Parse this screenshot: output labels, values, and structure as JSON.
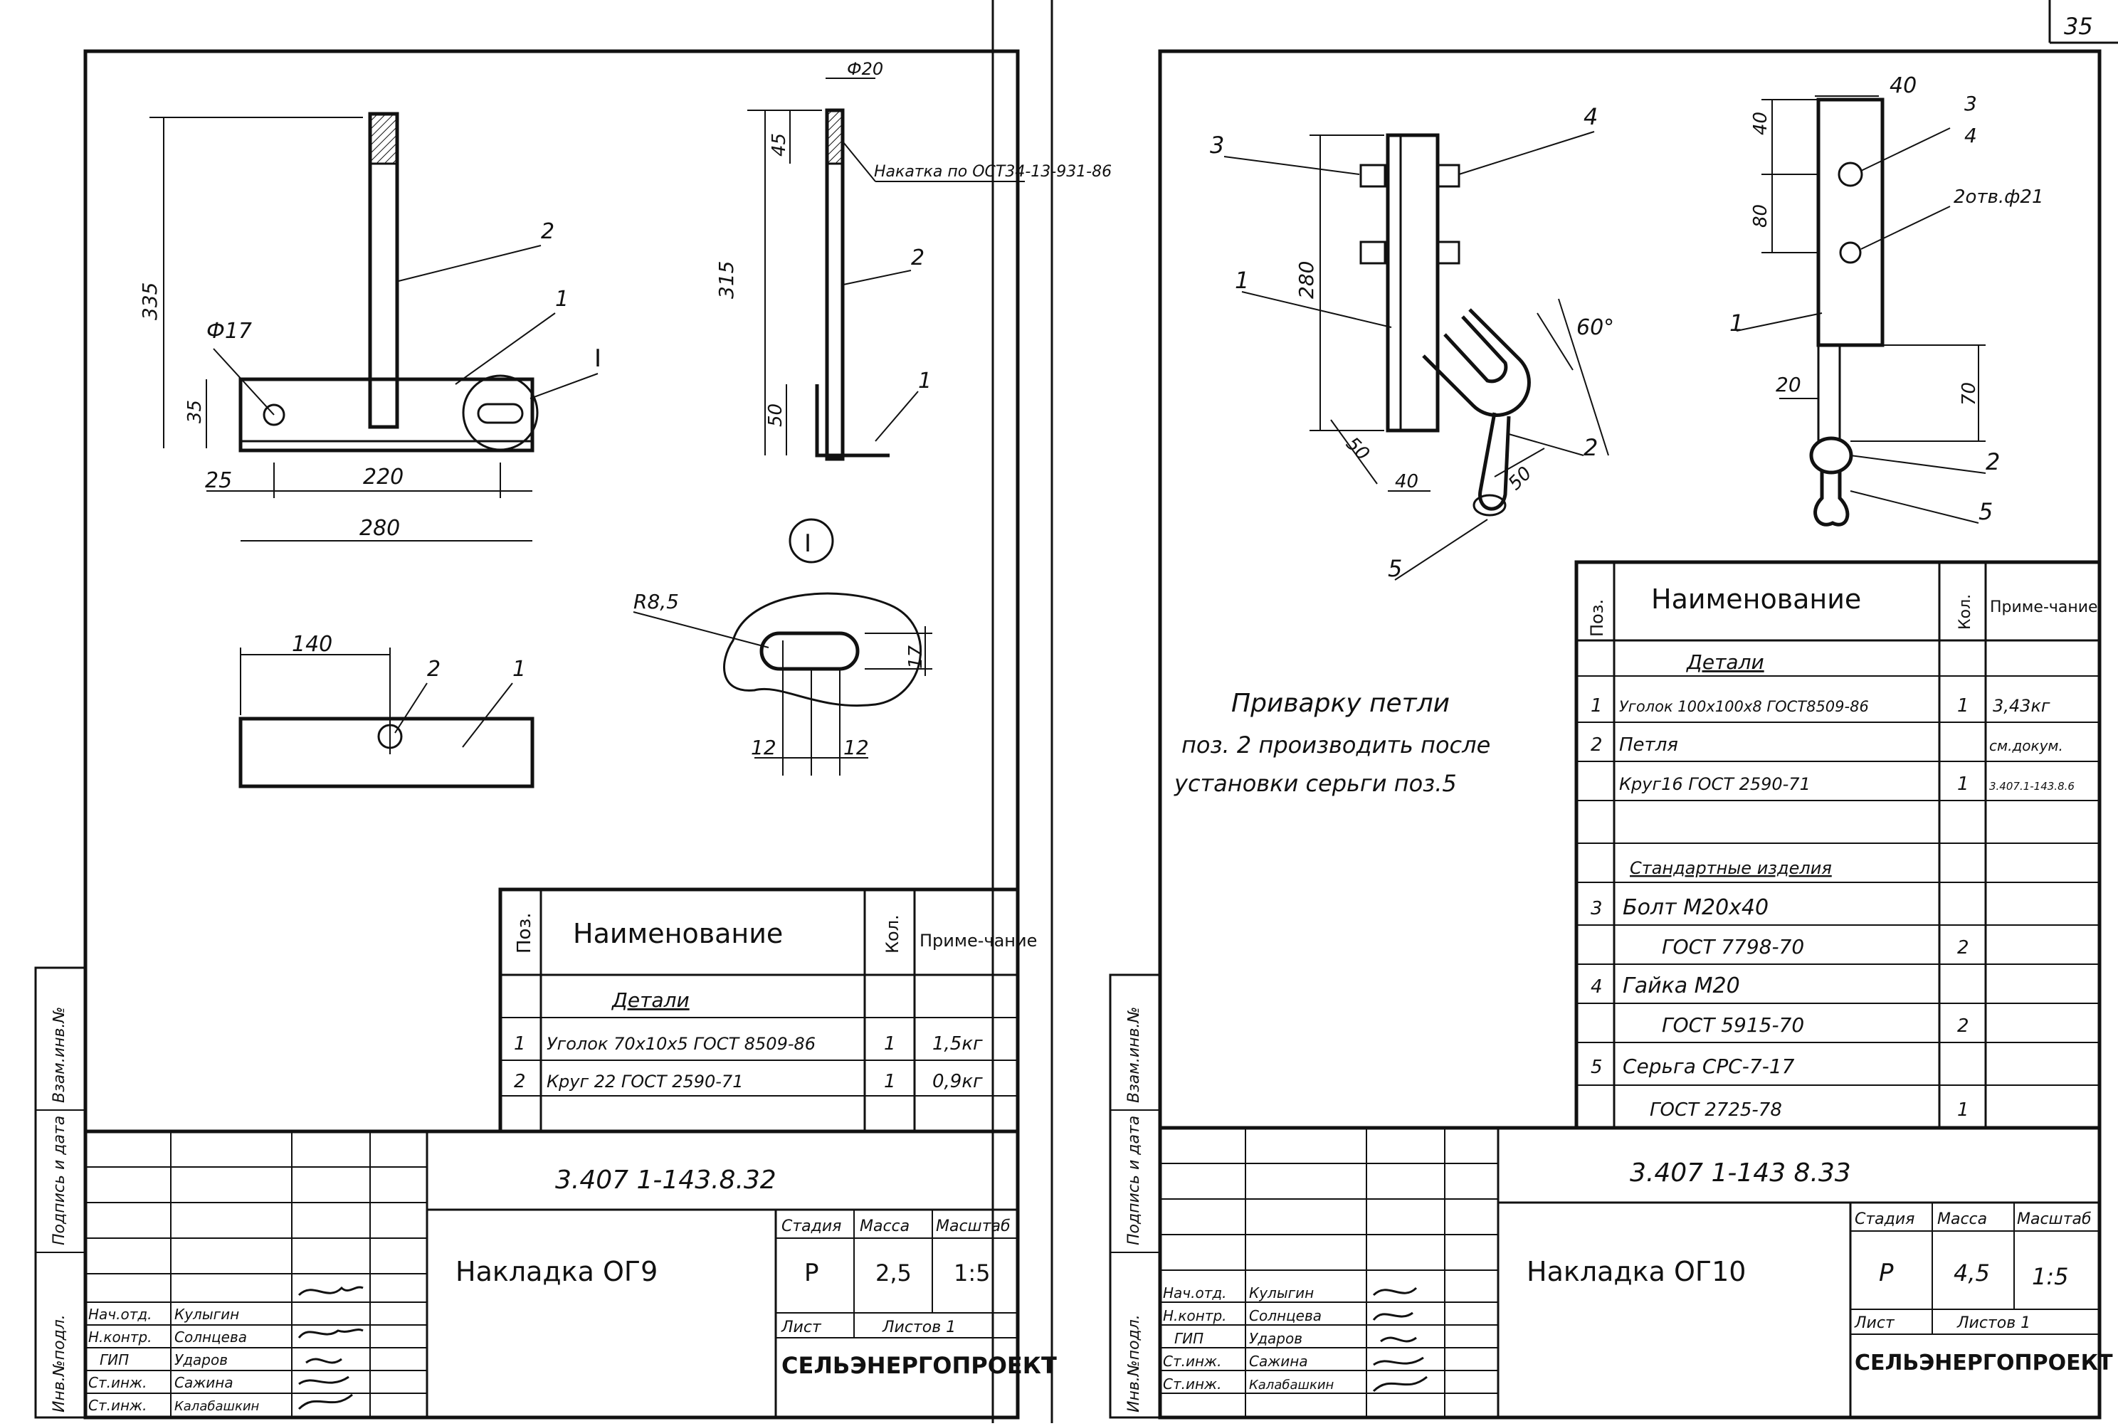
{
  "page_number": "35",
  "sheet_left": {
    "dims": [
      "Ф20",
      "45",
      "Ф17",
      "335",
      "35",
      "315",
      "50",
      "25",
      "220",
      "280",
      "140",
      "R8,5",
      "17",
      "12",
      "12"
    ],
    "callouts": [
      "2",
      "1",
      "I",
      "2",
      "1",
      "2",
      "1"
    ],
    "knurl_note": "Накатка по ОСТ34-13-931-86",
    "detail_mark": "I",
    "spec": {
      "headers": [
        "Поз.",
        "Наименование",
        "Кол.",
        "Приме-чание"
      ],
      "section": "Детали",
      "rows": [
        {
          "pos": "1",
          "name": "Уголок 70х10х5 ГОСТ 8509-86",
          "qty": "1",
          "note": "1,5кг"
        },
        {
          "pos": "2",
          "name": "Круг 22 ГОСТ 2590-71",
          "qty": "1",
          "note": "0,9кг"
        }
      ]
    },
    "side_stamps": [
      "Инв.№подл.",
      "Подпись и дата",
      "Взам.инв.№"
    ],
    "stamp": {
      "doc_code": "3.407 1-143.8.32",
      "title": "Накладка ОГ9",
      "stage_head": "Стадия",
      "mass_head": "Масса",
      "scale_head": "Масштаб",
      "stage": "Р",
      "mass": "2,5",
      "scale": "1:5",
      "sheet_head": "Лист",
      "sheets_head": "Листов 1",
      "org": "СЕЛЬЭНЕРГОПРОЕКТ",
      "people": [
        {
          "role": "Нач.отд.",
          "name": "Кулыгин"
        },
        {
          "role": "Н.контр.",
          "name": "Солнцева"
        },
        {
          "role": "ГИП",
          "name": "Ударов"
        },
        {
          "role": "Ст.инж.",
          "name": "Сажина"
        },
        {
          "role": "Ст.инж.",
          "name": "Калабашкин"
        }
      ]
    }
  },
  "sheet_right": {
    "dims": [
      "280",
      "60°",
      "50",
      "40",
      "50",
      "40",
      "40",
      "80",
      "2отв.ф21",
      "20",
      "70"
    ],
    "callouts": [
      "3",
      "4",
      "1",
      "2",
      "5",
      "3",
      "4",
      "1",
      "2",
      "5"
    ],
    "note_lines": [
      "Приварку петли",
      "поз. 2 производить после",
      "установки серьги поз.5"
    ],
    "spec": {
      "headers": [
        "Поз.",
        "Наименование",
        "Кол.",
        "Приме-чание"
      ],
      "sections": [
        "Детали",
        "Стандартные изделия"
      ],
      "rows": [
        {
          "pos": "1",
          "name": "Уголок 100х100х8 ГОСТ8509-86",
          "qty": "1",
          "note": "3,43кг"
        },
        {
          "pos": "2",
          "name": "Петля",
          "qty": "",
          "note": "см.докум."
        },
        {
          "pos": "",
          "name": "Круг16 ГОСТ 2590-71",
          "qty": "1",
          "note": "3.407.1-143.8.6"
        },
        {
          "pos": "3",
          "name": "Болт М20х40",
          "qty": "",
          "note": ""
        },
        {
          "pos": "",
          "name": "ГОСТ 7798-70",
          "qty": "2",
          "note": ""
        },
        {
          "pos": "4",
          "name": "Гайка М20",
          "qty": "",
          "note": ""
        },
        {
          "pos": "",
          "name": "ГОСТ 5915-70",
          "qty": "2",
          "note": ""
        },
        {
          "pos": "5",
          "name": "Серьга СРС-7-17",
          "qty": "",
          "note": ""
        },
        {
          "pos": "",
          "name": "ГОСТ 2725-78",
          "qty": "1",
          "note": ""
        }
      ]
    },
    "side_stamps": [
      "Инв.№подл.",
      "Подпись и дата",
      "Взам.инв.№"
    ],
    "stamp": {
      "doc_code": "3.407 1-143 8.33",
      "title": "Накладка ОГ10",
      "stage_head": "Стадия",
      "mass_head": "Масса",
      "scale_head": "Масштаб",
      "stage": "Р",
      "mass": "4,5",
      "scale": "1:5",
      "sheet_head": "Лист",
      "sheets_head": "Листов 1",
      "org": "СЕЛЬЭНЕРГОПРОЕКТ",
      "people": [
        {
          "role": "Нач.отд.",
          "name": "Кулыгин"
        },
        {
          "role": "Н.контр.",
          "name": "Солнцева"
        },
        {
          "role": "ГИП",
          "name": "Ударов"
        },
        {
          "role": "Ст.инж.",
          "name": "Сажина"
        },
        {
          "role": "Ст.инж.",
          "name": "Калабашкин"
        }
      ]
    }
  }
}
